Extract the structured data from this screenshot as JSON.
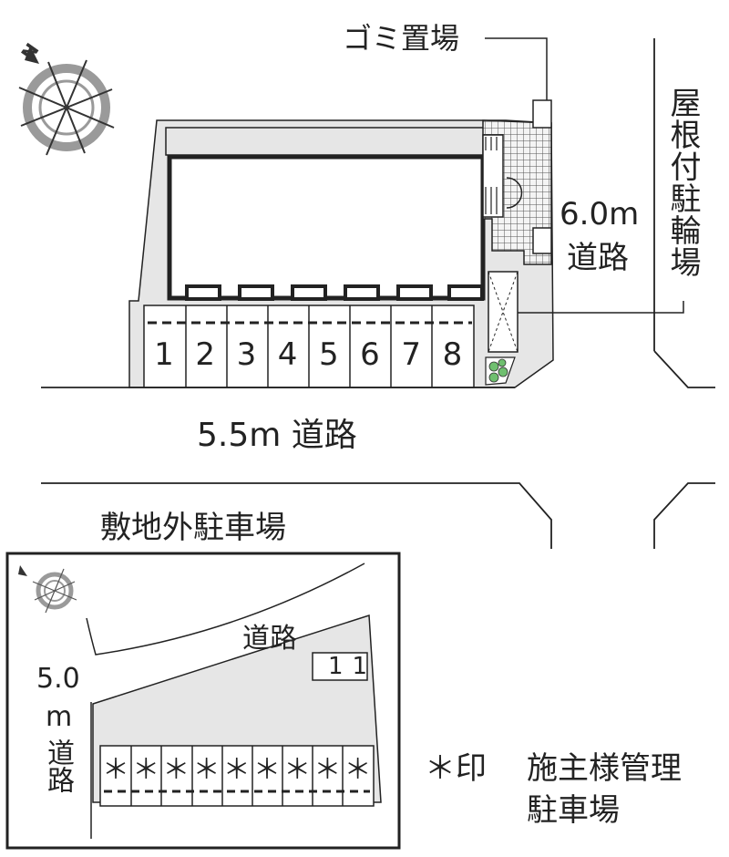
{
  "labels": {
    "garbage": "ゴミ置場",
    "bike_parking": "屋根付駐輪場",
    "road_east_width": "6.0m",
    "road_east": "道路",
    "road_south": "5.5m 道路",
    "offsite_parking": "敷地外駐車場",
    "inset_road": "道路",
    "inset_road_left_width": "5.0",
    "inset_road_left_unit": "m",
    "inset_road_left_name": "道路",
    "inset_slot_number": "11",
    "legend_mark": "＊印",
    "legend_text_line1": "施主様管理",
    "legend_text_line2": "駐車場"
  },
  "parking_slots": [
    "1",
    "2",
    "3",
    "4",
    "5",
    "6",
    "7",
    "8"
  ],
  "inset_slots": [
    "＊",
    "＊",
    "＊",
    "＊",
    "＊",
    "＊",
    "＊",
    "＊",
    "＊"
  ],
  "colors": {
    "site_fill": "#e6e6e6",
    "line": "#222222",
    "hatch": "#666666",
    "green": "#6fbf6f",
    "compass_gray": "#9a9a9a"
  }
}
